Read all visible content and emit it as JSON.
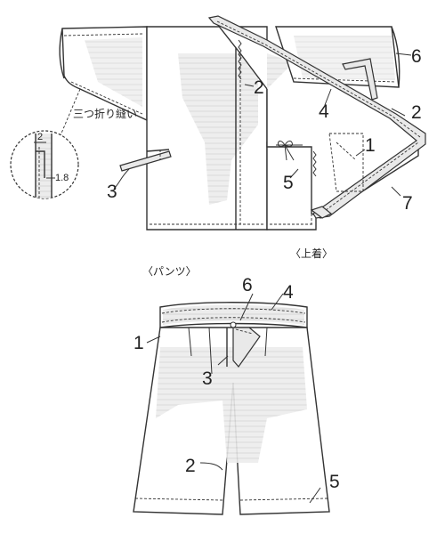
{
  "jacket": {
    "caption": "〈上着〉",
    "hem_note": "三つ折り縫い",
    "detail": {
      "top": "2",
      "side": "1.8"
    },
    "labels": [
      "6",
      "2",
      "4",
      "2",
      "1",
      "3",
      "5",
      "7"
    ]
  },
  "pants": {
    "caption": "〈パンツ〉",
    "labels": [
      "6",
      "4",
      "1",
      "3",
      "2",
      "5"
    ]
  },
  "colors": {
    "line": "#333333",
    "shade": "#e7e7e7",
    "tape": "#e9e9e9"
  }
}
